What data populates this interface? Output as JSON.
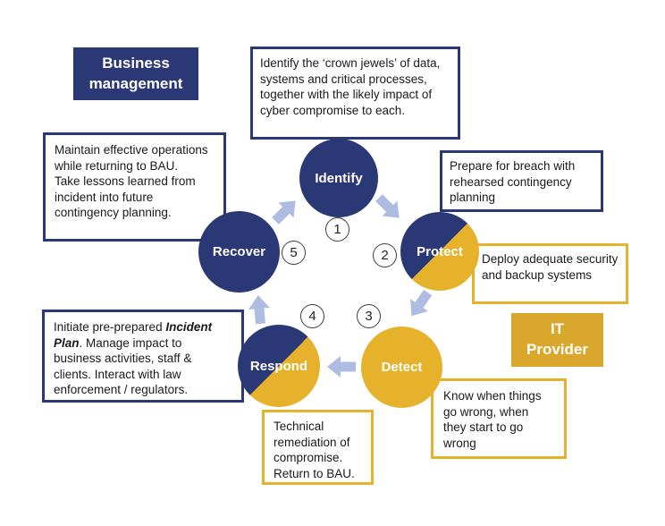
{
  "labels": {
    "business_management": "Business\nmanagement",
    "it_provider": "IT\nProvider"
  },
  "cycle": {
    "stages": [
      {
        "name": "Identify",
        "number": "1"
      },
      {
        "name": "Protect",
        "number": "2"
      },
      {
        "name": "Detect",
        "number": "3"
      },
      {
        "name": "Respond",
        "number": "4"
      },
      {
        "name": "Recover",
        "number": "5"
      }
    ]
  },
  "notes": {
    "identify": "Identify the ‘crown jewels’ of data, systems and critical processes, together with the likely impact of cyber compromise to each.",
    "protect_business": "Prepare for breach with rehearsed contingency planning",
    "protect_it": "Deploy adequate security and backup systems",
    "detect": "Know when things go wrong, when they start to go wrong",
    "respond_business": {
      "pre": "Initiate pre-prepared ",
      "em": "Incident Plan",
      "post": ". Manage impact to business activities, staff & clients. Interact with law enforcement / regulators."
    },
    "respond_it": "Technical remediation of compromise.\nReturn to BAU.",
    "recover": "Maintain effective operations while returning to BAU.\nTake lessons learned from incident into future contingency planning."
  },
  "colors": {
    "navy": "#2B3876",
    "yellow": "#E6B22C",
    "it_provider_yellow": "#D8A72B",
    "arrow": "#AFBCE2"
  }
}
